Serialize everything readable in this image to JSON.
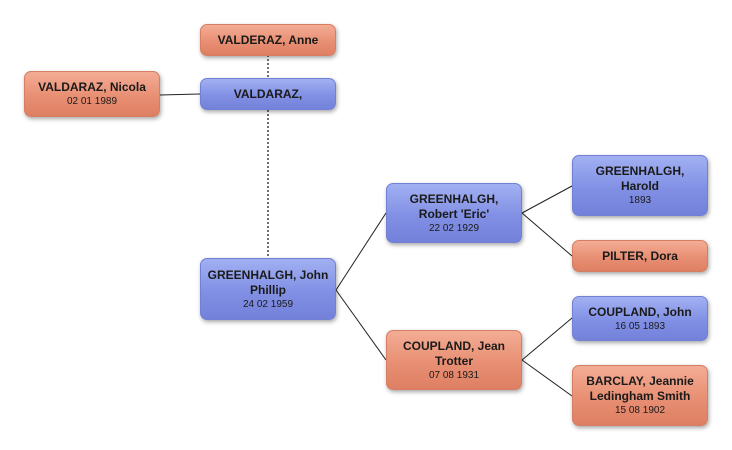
{
  "people": {
    "anne": {
      "name": "VALDERAZ, Anne",
      "date": "",
      "sex": "female"
    },
    "valdaraz": {
      "name": "VALDARAZ,",
      "date": "",
      "sex": "male"
    },
    "nicola": {
      "name": "VALDARAZ, Nicola",
      "date": "02 01 1989",
      "sex": "female"
    },
    "john_phillip": {
      "name": "GREENHALGH, John Phillip",
      "date": "24 02 1959",
      "sex": "male"
    },
    "robert_eric": {
      "name": "GREENHALGH, Robert 'Eric'",
      "date": "22 02 1929",
      "sex": "male"
    },
    "jean_trotter": {
      "name": "COUPLAND, Jean Trotter",
      "date": "07 08 1931",
      "sex": "female"
    },
    "harold": {
      "name": "GREENHALGH, Harold",
      "date": "1893",
      "sex": "male"
    },
    "dora": {
      "name": "PILTER, Dora",
      "date": "",
      "sex": "female"
    },
    "john_coupland": {
      "name": "COUPLAND, John",
      "date": "16 05 1893",
      "sex": "male"
    },
    "jeannie": {
      "name": "BARCLAY, Jeannie Ledingham Smith",
      "date": "15 08 1902",
      "sex": "female"
    }
  },
  "colors": {
    "male": "#8190e4",
    "female": "#e88f73",
    "line": "#222222"
  }
}
